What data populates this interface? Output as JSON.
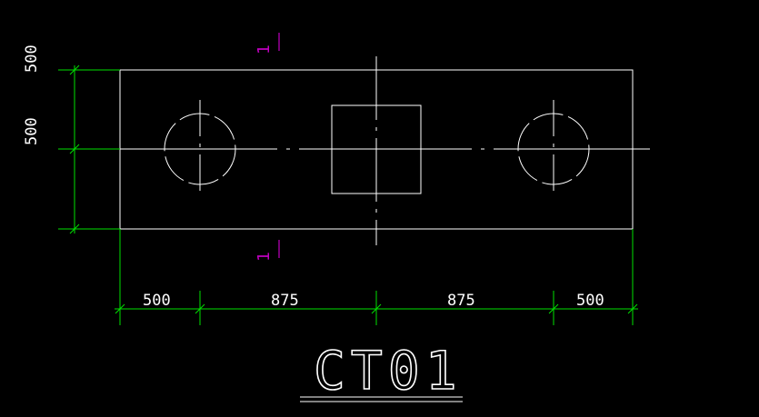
{
  "drawing_title": "CT01",
  "section_marks": [
    "1",
    "1"
  ],
  "dimensions": {
    "horizontal": [
      "500",
      "875",
      "875",
      "500"
    ],
    "vertical": [
      "500",
      "500"
    ]
  },
  "colors": {
    "background": "#000000",
    "geometry": "#ffffff",
    "dimension": "#00e000",
    "section": "#c000c0"
  }
}
